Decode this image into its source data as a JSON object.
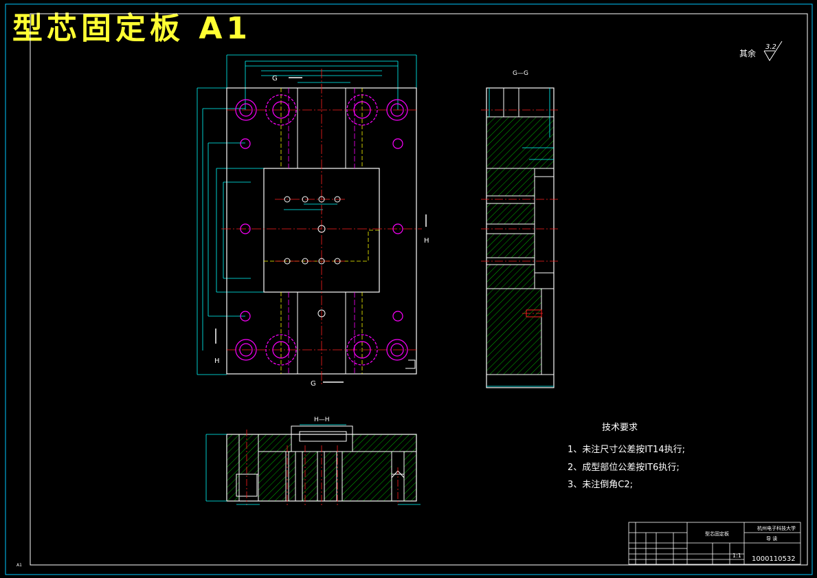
{
  "title": "型芯固定板 A1",
  "roughness": {
    "prefix": "其余",
    "value": "3.2"
  },
  "views": {
    "section_gg": "G—G",
    "section_hh": "H—H",
    "cut_g": "G",
    "cut_h": "H"
  },
  "tech": {
    "heading": "技术要求",
    "items": [
      "1、未注尺寸公差按IT14执行;",
      "2、成型部位公差按IT6执行;",
      "3、未注倒角C2;"
    ]
  },
  "title_block": {
    "part_name": "型芯固定板",
    "school": "杭州电子科技大学",
    "scale": "1:1",
    "drawing_no": "1000110532",
    "role": "导 读"
  },
  "corner_mark": "A1",
  "colors": {
    "background": "#000000",
    "frame": "#00c8ff",
    "outline": "#ffffff",
    "hatch": "#00b400",
    "center": "#ff2020",
    "hidden": "#ffff00",
    "dim": "#00ffff",
    "holes": "#ff00ff",
    "title": "#ffff33"
  }
}
